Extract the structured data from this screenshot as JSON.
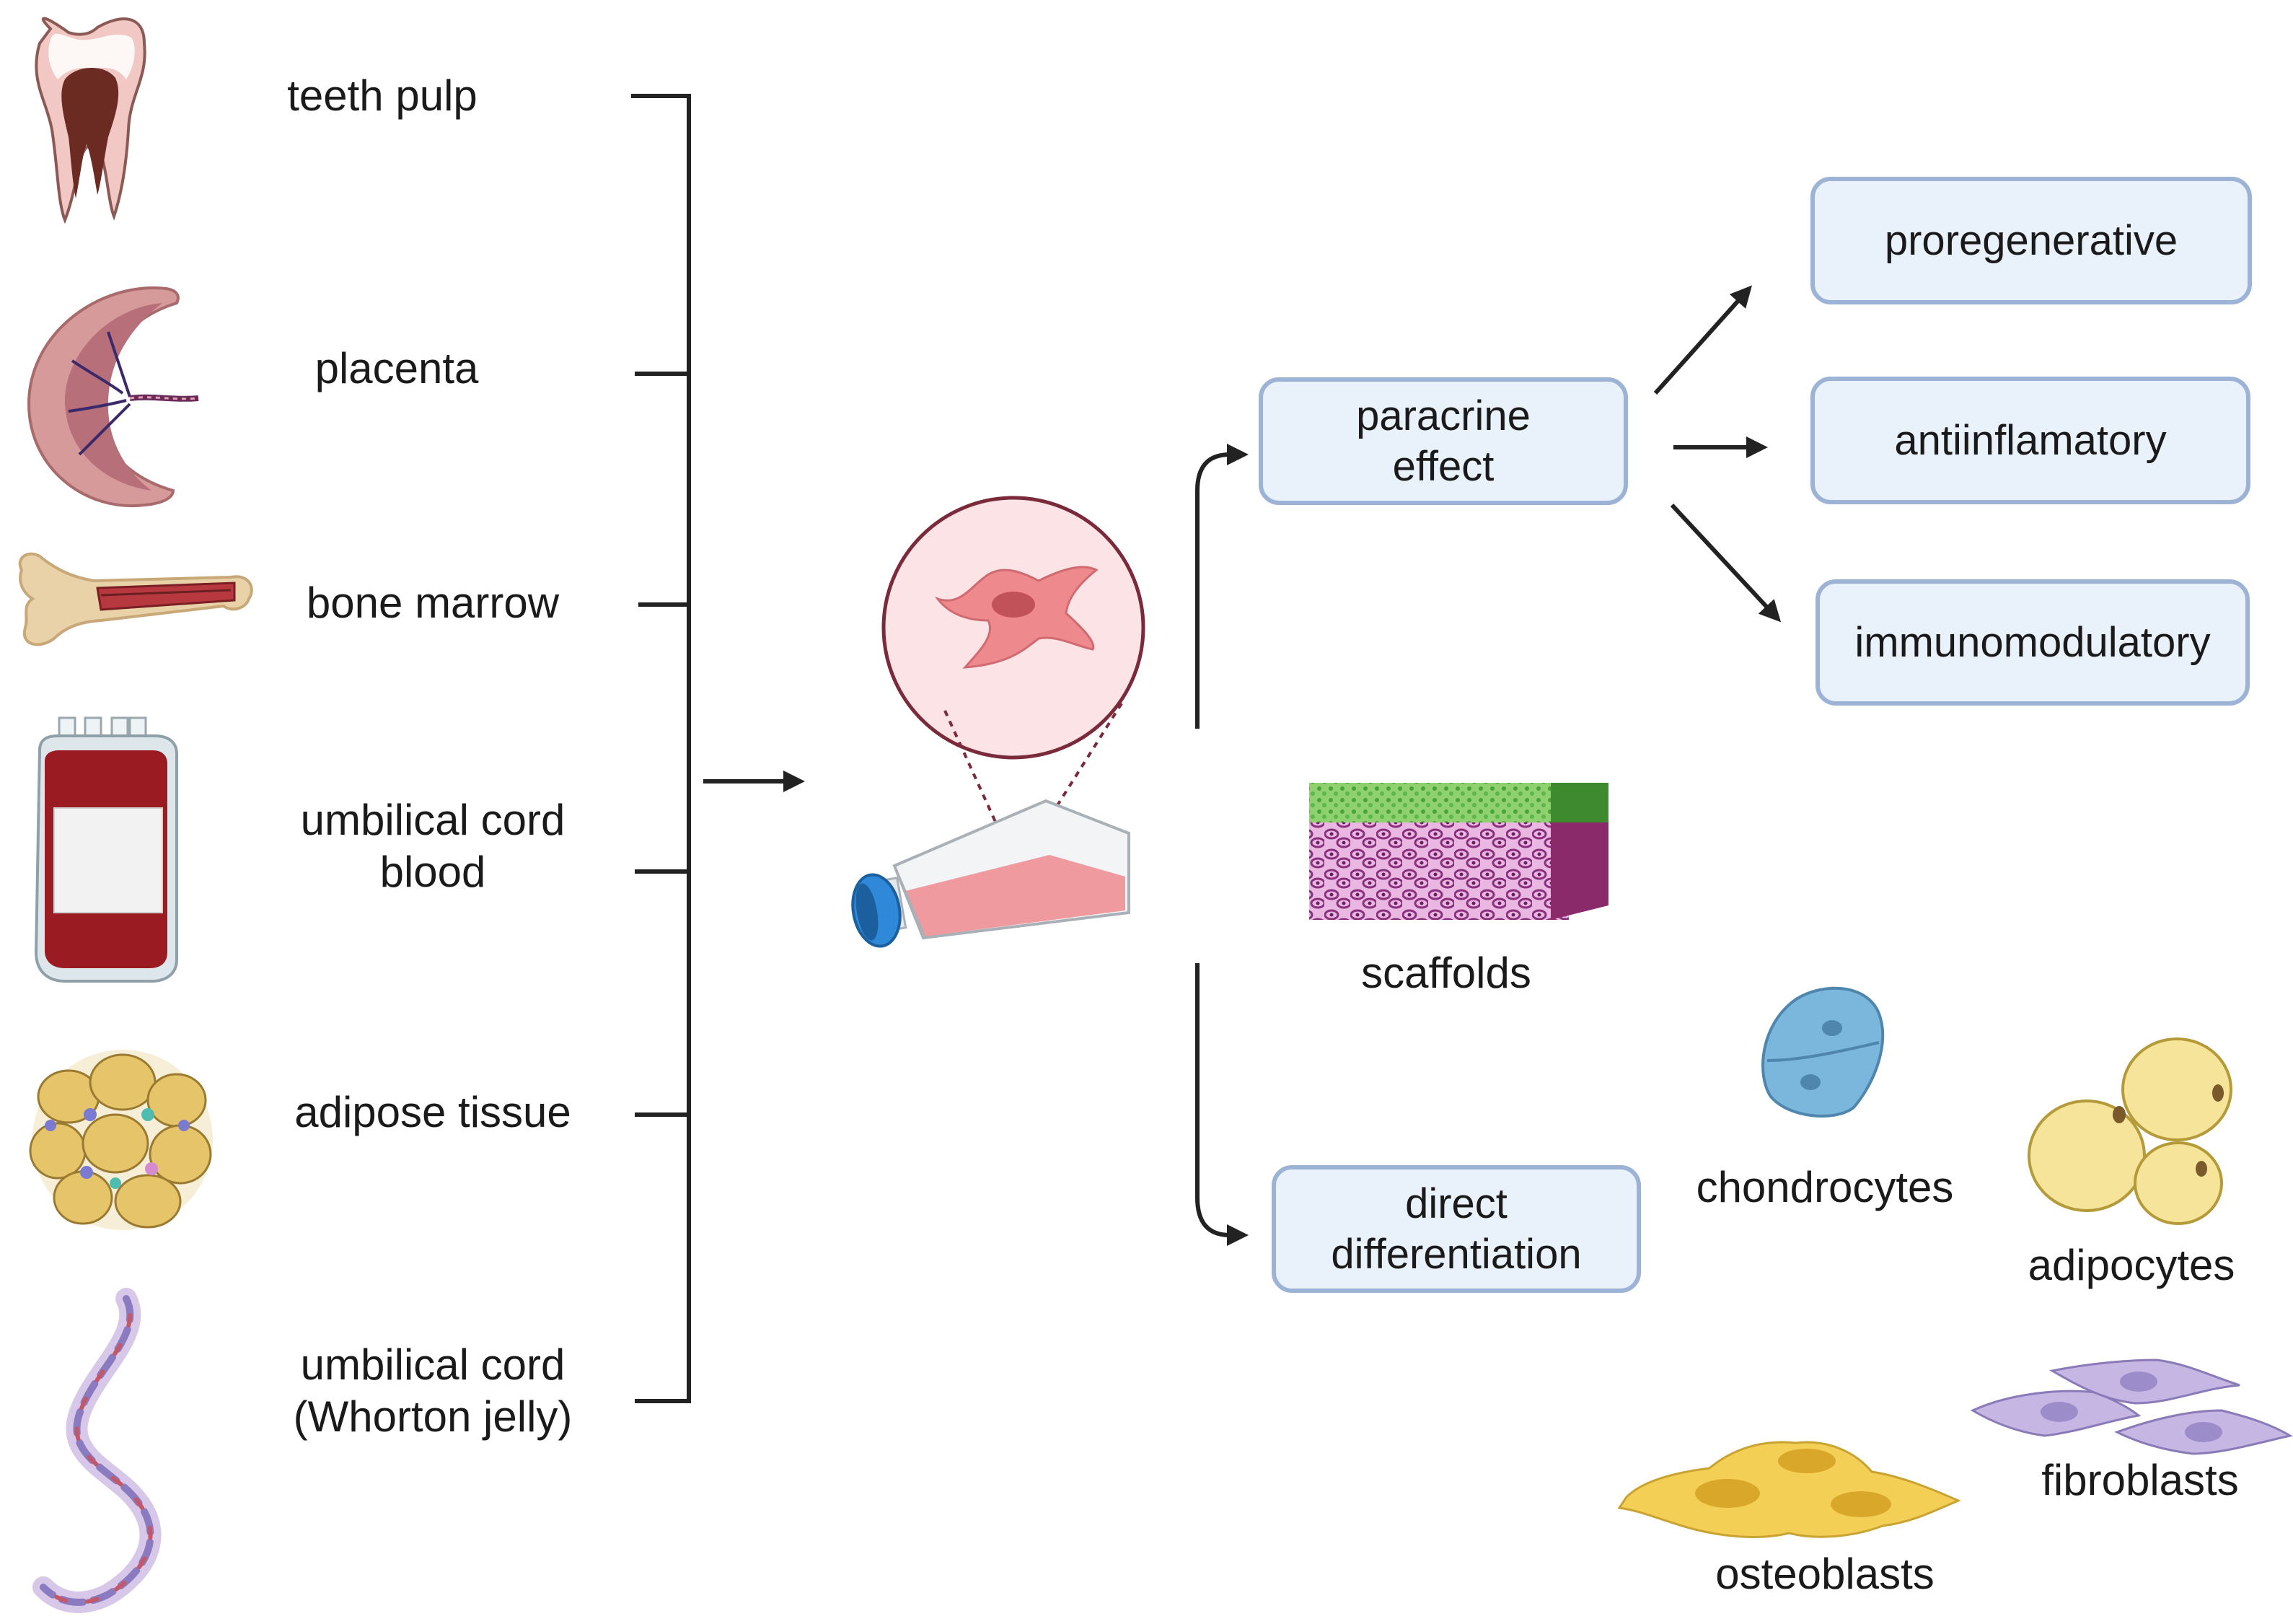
{
  "sources": {
    "teeth_pulp": "teeth pulp",
    "placenta": "placenta",
    "bone_marrow": "bone marrow",
    "umbilical_cord_blood": {
      "line1": "umbilical cord",
      "line2": "blood"
    },
    "adipose_tissue": "adipose tissue",
    "umbilical_cord_jelly": {
      "line1": "umbilical cord",
      "line2": "(Whorton jelly)"
    }
  },
  "mechanisms": {
    "paracrine": {
      "line1": "paracrine",
      "line2": "effect"
    },
    "direct_differentiation": {
      "line1": "direct",
      "line2": "differentiation"
    }
  },
  "effects": {
    "proregenerative": "proregenerative",
    "antiinflamatory": "antiinflamatory",
    "immunomodulatory": "immunomodulatory"
  },
  "scaffolds": "scaffolds",
  "cell_types": {
    "chondrocytes": "chondrocytes",
    "adipocytes": "adipocytes",
    "fibroblasts": "fibroblasts",
    "osteoblasts": "osteoblasts"
  },
  "colors": {
    "box_fill": "#e9f1fb",
    "box_border": "#9db3d6",
    "connector": "#222222",
    "cell_pink": "#ee8a8e",
    "flask_cap": "#2f88d8",
    "blood_bag": "#9b1b22"
  }
}
